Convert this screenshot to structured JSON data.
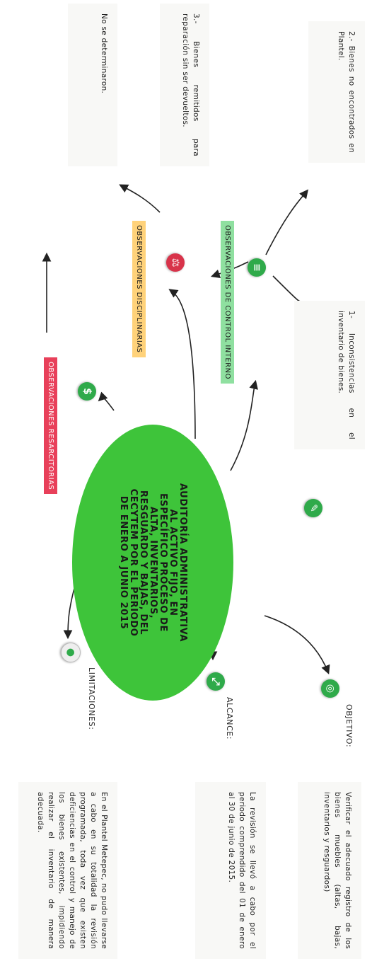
{
  "center_title": "AUDITORÍA ADMINISTRATIVA AL ACTIVO FIJO, EN ESPECÍFICO PROCESO DE ALTA, INVENTARIOS, RESGUARDO Y BAJAS, DEL CECYTEM POR EL PERIODO DE ENERO A JUNIO 2015",
  "objetivo": {
    "label": "OBJETIVO:",
    "text": "Verificar el adecuado registro de los bienes muebles (altas, bajas, inventarios y resguardos)"
  },
  "alcance": {
    "label": "ALCANCE:",
    "text": "La revisión se llevó a cabo por el periodo comprendido del 01 de enero al 30 de junio de 2015."
  },
  "limitaciones": {
    "label": "LIMITACIONES:",
    "text": "En el Plantel Metepec, no pudo llevarse a cabo en su totalidad la revisión programada, toda vez que existen deficiencias en el control y manejo de los bienes existentes, impidiendo realizar el inventario de manera adecuada."
  },
  "control_interno": {
    "label": "OBSERVACIONES DE CONTROL INTERNO",
    "items": [
      "1- Inconsistencias en el inventario de bienes.",
      "2.- Bienes no encontrados en Plantel.",
      "3.- Bienes remitidos para reparación sin ser devueltos."
    ]
  },
  "disciplinarias": {
    "label": "OBSERVACIONES DISCIPLINARIAS",
    "text": "No se determinaron."
  },
  "resarcitorias": {
    "label": "OBSERVACIONES RESARCITORIAS"
  },
  "colors": {
    "ellipse": "#3ec43a",
    "icon_green": "#2faa4a",
    "icon_red": "#d8334a",
    "tag_green": "#8fe0a0",
    "tag_orange": "#ffd27a",
    "tag_red": "#e8405a"
  }
}
